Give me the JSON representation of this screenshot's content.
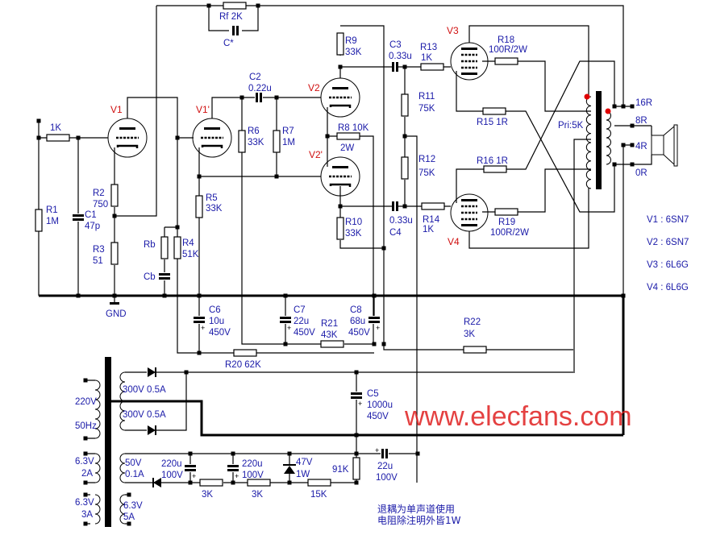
{
  "labels": {
    "rf": "Rf  2K",
    "cstar": "C*",
    "v1": "V1",
    "v1p": "V1'",
    "v2": "V2",
    "v2p": "V2'",
    "v3": "V3",
    "v4": "V4",
    "in_r": "1K",
    "r1": "R1",
    "r1v": "1M",
    "c1": "C1",
    "c1v": "47p",
    "r2": "R2",
    "r2v": "750",
    "r3": "R3",
    "r3v": "51",
    "gnd": "GND",
    "rb": "Rb",
    "cb": "Cb",
    "r4": "R4",
    "r4v": "51K",
    "r5": "R5",
    "r5v": "33K",
    "r6": "R6",
    "r6v": "33K",
    "r7": "R7",
    "r7v": "1M",
    "c2": "C2",
    "c2v": "0.22u",
    "r8": "R8 10K",
    "r8w": "2W",
    "r9": "R9",
    "r9v": "33K",
    "r10": "R10",
    "r10v": "33K",
    "c3": "C3",
    "c3v": "0.33u",
    "c4": "C4",
    "c4v": "0.33u",
    "r11": "R11",
    "r11v": "75K",
    "r12": "R12",
    "r12v": "75K",
    "r13": "R13",
    "r13v": "1K",
    "r14": "R14",
    "r14v": "1K",
    "r15": "R15 1R",
    "r16": "R16 1R",
    "r18": "R18",
    "r18v": "100R/2W",
    "r19": "R19",
    "r19v": "100R/2W",
    "pri": "Pri:5K",
    "t16": "16R",
    "t8": "8R",
    "t4": "4R",
    "t0": "0R",
    "c6": "C6",
    "c6v": "10u",
    "c6w": "450V",
    "c7": "C7",
    "c7v": "22u",
    "c7w": "450V",
    "c8": "C8",
    "c8v": "68u",
    "c8w": "450V",
    "r21": "R21",
    "r21v": "43K",
    "r22": "R22",
    "r22v": "3K",
    "r20": "R20  62K",
    "p220": "220V",
    "p50": "50Hz",
    "s1": "300V 0.5A",
    "s2": "300V 0.5A",
    "c5": "C5",
    "c5v": "1000u",
    "c5w": "450V",
    "h1a": "6.3V",
    "h1b": "2A",
    "h2a": "6.3V",
    "h2b": "3A",
    "b50": "50V",
    "b01": "0.1A",
    "h2sa": "6.3V",
    "h2sb": "5A",
    "bc1": "220u",
    "bc1w": "100V",
    "bc2": "220u",
    "bc2w": "100V",
    "br1": "3K",
    "br2": "3K",
    "br3": "15K",
    "z": "47V",
    "zw": "1W",
    "r91": "91K",
    "bc3": "22u",
    "bc3w": "100V"
  },
  "tube_types": [
    "V1 : 6SN7",
    "V2 : 6SN7",
    "V3 : 6L6G",
    "V4 : 6L6G"
  ],
  "notes": [
    "退耦为单声道使用",
    "电阻除注明外皆1W"
  ],
  "watermark": "www.elecfans.com",
  "colors": {
    "wire": "#000000",
    "label": "#1a1aa8",
    "tube_label": "#d01010",
    "phase_dot": "#e00000"
  }
}
